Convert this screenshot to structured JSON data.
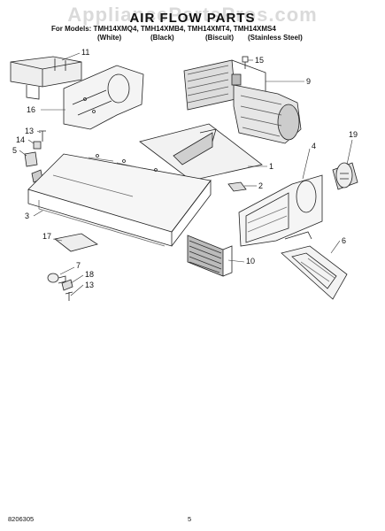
{
  "watermark": "AppliancePartsPros.com",
  "title": "AIR FLOW PARTS",
  "models_line": "For Models: TMH14XMQ4, TMH14XMB4, TMH14XMT4, TMH14XMS4",
  "variants": [
    "(White)",
    "(Black)",
    "(Biscuit)",
    "(Stainless Steel)"
  ],
  "callouts": [
    "11",
    "15",
    "9",
    "16",
    "13",
    "14",
    "5",
    "19",
    "1",
    "4",
    "2",
    "3",
    "17",
    "6",
    "10",
    "7",
    "18",
    "13"
  ],
  "footer": {
    "doc_number": "8206305",
    "page": "5"
  }
}
